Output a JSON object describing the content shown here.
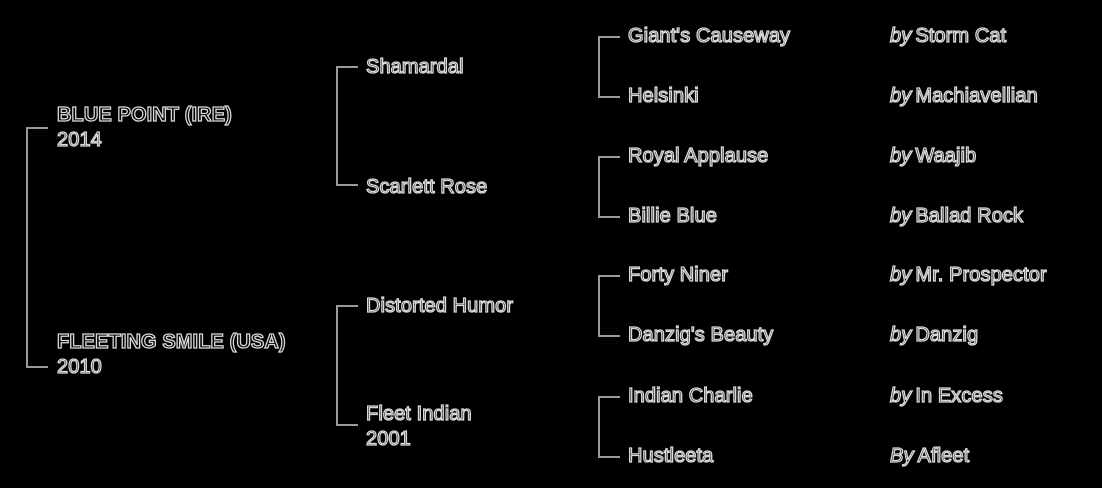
{
  "colors": {
    "background": "#000000",
    "text_outline": "#d9d9d9",
    "connector": "#9a9a9a"
  },
  "subject": {
    "sire": {
      "name": "BLUE POINT (IRE)",
      "year": "2014"
    },
    "dam": {
      "name": "FLEETING SMILE (USA)",
      "year": "2010"
    }
  },
  "grandparents": {
    "sire_sire": {
      "name": "Shamardal"
    },
    "sire_dam": {
      "name": "Scarlett Rose"
    },
    "dam_sire": {
      "name": "Distorted Humor"
    },
    "dam_dam": {
      "name": "Fleet Indian",
      "year": "2001"
    }
  },
  "great_grandparents": [
    {
      "name": "Giant's Causeway",
      "by_word": "by",
      "sire": "Storm Cat"
    },
    {
      "name": "Helsinki",
      "by_word": "by",
      "sire": "Machiavellian"
    },
    {
      "name": "Royal Applause",
      "by_word": "by",
      "sire": "Waajib"
    },
    {
      "name": "Billie Blue",
      "by_word": "by",
      "sire": "Ballad Rock"
    },
    {
      "name": "Forty Niner",
      "by_word": "by",
      "sire": "Mr. Prospector"
    },
    {
      "name": "Danzig's Beauty",
      "by_word": "by",
      "sire": "Danzig"
    },
    {
      "name": "Indian Charlie",
      "by_word": "by",
      "sire": "In Excess"
    },
    {
      "name": "Hustleeta",
      "by_word": "By",
      "sire": "Afleet"
    }
  ]
}
